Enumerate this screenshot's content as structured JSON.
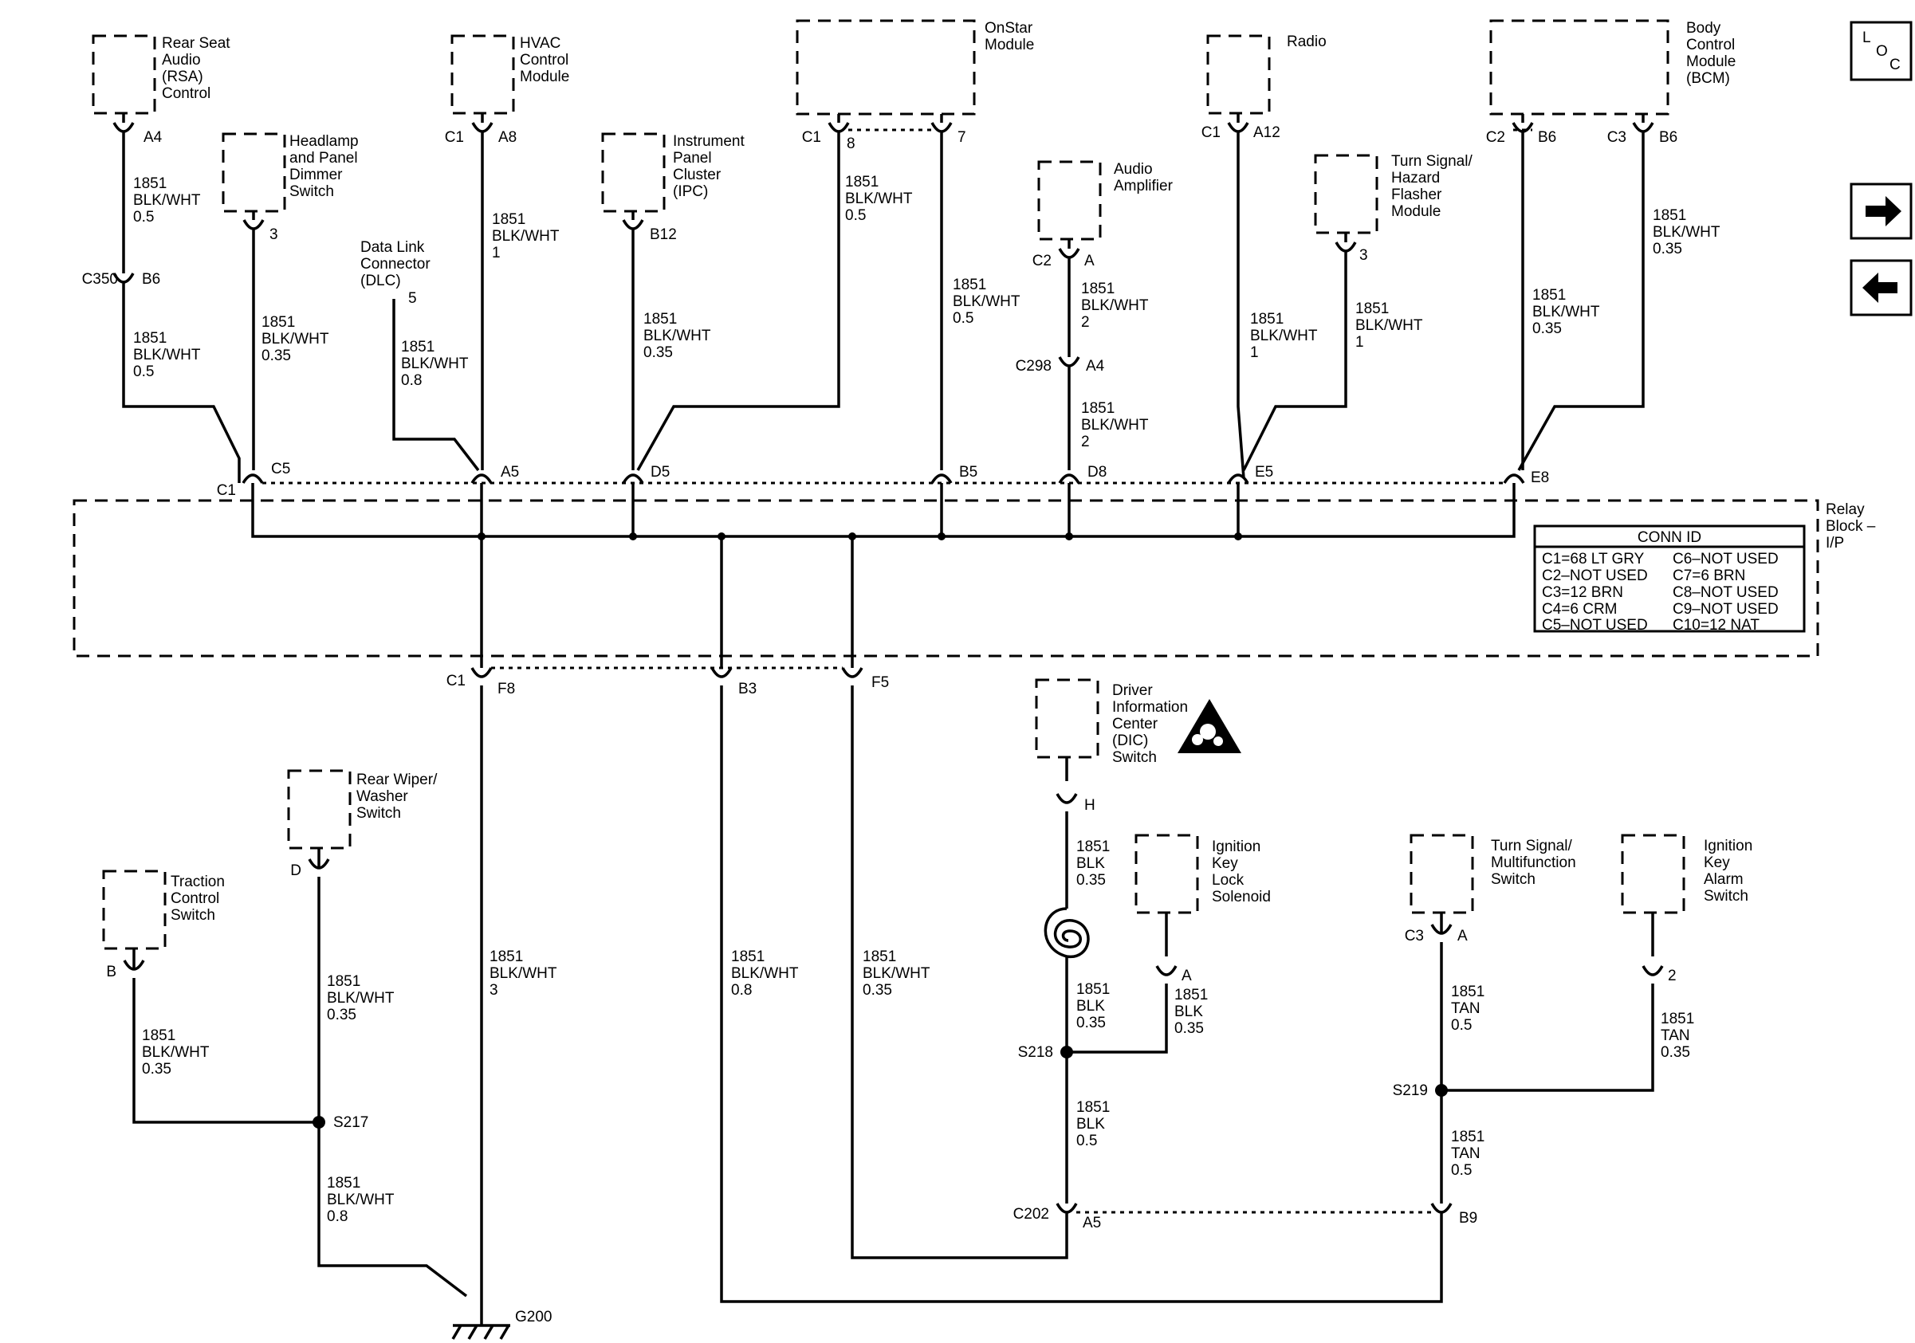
{
  "components": {
    "rsa": {
      "lines": [
        "Rear Seat",
        "Audio",
        "(RSA)",
        "Control"
      ]
    },
    "headlamp": {
      "lines": [
        "Headlamp",
        "and Panel",
        "Dimmer",
        "Switch"
      ]
    },
    "dlc": {
      "lines": [
        "Data Link",
        "Connector",
        "(DLC)"
      ]
    },
    "hvac": {
      "lines": [
        "HVAC",
        "Control",
        "Module"
      ]
    },
    "ipc": {
      "lines": [
        "Instrument",
        "Panel",
        "Cluster",
        "(IPC)"
      ]
    },
    "onstar": {
      "lines": [
        "OnStar",
        "Module"
      ]
    },
    "amp": {
      "lines": [
        "Audio",
        "Amplifier"
      ]
    },
    "radio": {
      "lines": [
        "Radio"
      ]
    },
    "turnhaz": {
      "lines": [
        "Turn Signal/",
        "Hazard",
        "Flasher",
        "Module"
      ]
    },
    "bcm": {
      "lines": [
        "Body",
        "Control",
        "Module",
        "(BCM)"
      ]
    },
    "relay": {
      "lines": [
        "Relay",
        "Block –",
        "I/P"
      ]
    },
    "dic": {
      "lines": [
        "Driver",
        "Information",
        "Center",
        "(DIC)",
        "Switch"
      ]
    },
    "wiper": {
      "lines": [
        "Rear Wiper/",
        "Washer",
        "Switch"
      ]
    },
    "traction": {
      "lines": [
        "Traction",
        "Control",
        "Switch"
      ]
    },
    "keylock": {
      "lines": [
        "Ignition",
        "Key",
        "Lock",
        "Solenoid"
      ]
    },
    "multifn": {
      "lines": [
        "Turn Signal/",
        "Multifunction",
        "Switch"
      ]
    },
    "keyalarm": {
      "lines": [
        "Ignition",
        "Key",
        "Alarm",
        "Switch"
      ]
    }
  },
  "wires": {
    "rsa_top": [
      "1851",
      "BLK/WHT",
      "0.5"
    ],
    "rsa_bot": [
      "1851",
      "BLK/WHT",
      "0.5"
    ],
    "headlamp": [
      "1851",
      "BLK/WHT",
      "0.35"
    ],
    "dlc": [
      "1851",
      "BLK/WHT",
      "0.8"
    ],
    "hvac": [
      "1851",
      "BLK/WHT",
      "1"
    ],
    "ipc": [
      "1851",
      "BLK/WHT",
      "0.35"
    ],
    "onstar8": [
      "1851",
      "BLK/WHT",
      "0.5"
    ],
    "onstar7": [
      "1851",
      "BLK/WHT",
      "0.5"
    ],
    "amp_top": [
      "1851",
      "BLK/WHT",
      "2"
    ],
    "amp_bot": [
      "1851",
      "BLK/WHT",
      "2"
    ],
    "radio": [
      "1851",
      "BLK/WHT",
      "1"
    ],
    "turnhaz": [
      "1851",
      "BLK/WHT",
      "1"
    ],
    "bcm_b6": [
      "1851",
      "BLK/WHT",
      "0.35"
    ],
    "bcm_c3": [
      "1851",
      "BLK/WHT",
      "0.35"
    ],
    "f8": [
      "1851",
      "BLK/WHT",
      "3"
    ],
    "b3": [
      "1851",
      "BLK/WHT",
      "0.8"
    ],
    "f5": [
      "1851",
      "BLK/WHT",
      "0.35"
    ],
    "wiper": [
      "1851",
      "BLK/WHT",
      "0.35"
    ],
    "traction": [
      "1851",
      "BLK/WHT",
      "0.35"
    ],
    "s217": [
      "1851",
      "BLK/WHT",
      "0.8"
    ],
    "dic_top": [
      "1851",
      "BLK",
      "0.35"
    ],
    "dic_bot": [
      "1851",
      "BLK",
      "0.35"
    ],
    "keylock": [
      "1851",
      "BLK",
      "0.35"
    ],
    "s218": [
      "1851",
      "BLK",
      "0.5"
    ],
    "multifn": [
      "1851",
      "TAN",
      "0.5"
    ],
    "keyalarm": [
      "1851",
      "TAN",
      "0.35"
    ],
    "s219": [
      "1851",
      "TAN",
      "0.5"
    ]
  },
  "terminals": {
    "rsa_a4": "A4",
    "c350": "C350",
    "c350_b6": "B6",
    "headlamp_3": "3",
    "dlc_5": "5",
    "hvac_c1": "C1",
    "hvac_a8": "A8",
    "ipc_b12": "B12",
    "onstar_c1": "C1",
    "onstar_8": "8",
    "onstar_7": "7",
    "amp_c2": "C2",
    "amp_a": "A",
    "c298": "C298",
    "c298_a4": "A4",
    "radio_c1": "C1",
    "radio_a12": "A12",
    "turnhaz_3": "3",
    "bcm_c2": "C2",
    "bcm_b6a": "B6",
    "bcm_c3": "C3",
    "bcm_b6b": "B6",
    "rb_c1": "C1",
    "rb_c5": "C5",
    "rb_a5": "A5",
    "rb_d5": "D5",
    "rb_b5": "B5",
    "rb_d8": "D8",
    "rb_e5": "E5",
    "rb_e8": "E8",
    "rb_c1b": "C1",
    "rb_f8": "F8",
    "rb_b3": "B3",
    "rb_f5": "F5",
    "dic_h": "H",
    "keylock_a": "A",
    "multifn_c3": "C3",
    "multifn_a": "A",
    "keyalarm_2": "2",
    "wiper_d": "D",
    "traction_b": "B",
    "c202": "C202",
    "c202_a5": "A5",
    "c202_b9": "B9"
  },
  "splices": {
    "s217": "S217",
    "s218": "S218",
    "s219": "S219"
  },
  "ground": {
    "g200": "G200"
  },
  "conn_id": {
    "title": "CONN ID",
    "left": [
      "C1=68 LT GRY",
      "C2–NOT USED",
      "C3=12 BRN",
      "C4=6 CRM",
      "C5–NOT USED"
    ],
    "right": [
      "C6–NOT USED",
      "C7=6 BRN",
      "C8–NOT USED",
      "C9–NOT USED",
      "C10=12 NAT"
    ]
  },
  "nav": {
    "loc": [
      "L",
      "O",
      "C"
    ],
    "forward_icon": "arrow-right-icon",
    "back_icon": "arrow-left-icon"
  },
  "colors": {
    "line": "#000000",
    "background": "#ffffff"
  }
}
